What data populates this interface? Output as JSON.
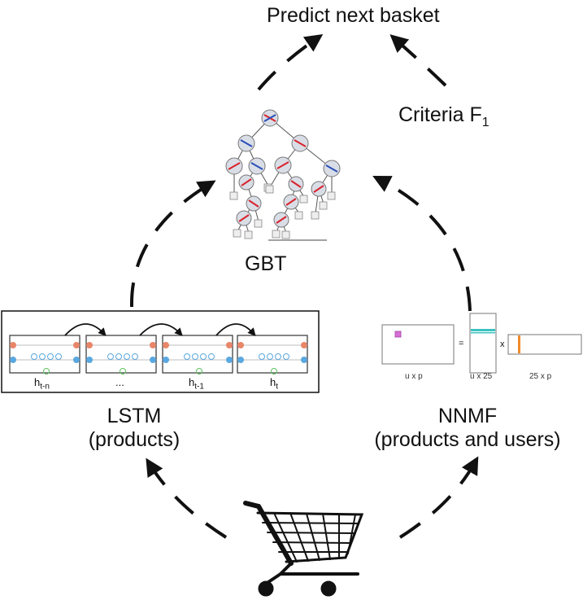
{
  "labels": {
    "predict": "Predict next basket",
    "criteria": "Criteria F",
    "criteria_sub": "1",
    "gbt": "GBT",
    "lstm_line1": "LSTM",
    "lstm_line2": "(products)",
    "nnmf_line1": "NNMF",
    "nnmf_line2": "(products and users)"
  },
  "lstm_cells": {
    "h_tn": "h",
    "h_tn_sub": "t-n",
    "dots": "...",
    "h_t1": "h",
    "h_t1_sub": "t-1",
    "h_t": "h",
    "h_t_sub": "t"
  },
  "nnmf_matrices": {
    "m1": "u x p",
    "eq": "=",
    "m2": "u x 25",
    "times": "x",
    "m3": "25 x p"
  },
  "colors": {
    "arrow": "#111111",
    "tree_node_fill": "#d9dde6",
    "tree_edge_red": "#d9232d",
    "tree_edge_blue": "#2a4fb8",
    "matrix_pink": "#d86fd8",
    "matrix_teal": "#3cc3c0",
    "matrix_orange": "#f08a2a",
    "lstm_orange": "#e8866a",
    "lstm_blue": "#5aa8e0",
    "lstm_green": "#5cc25c"
  },
  "icons": [
    "shopping-cart-icon",
    "decision-tree-icon",
    "lstm-chain-icon",
    "matrix-factorization-icon"
  ]
}
